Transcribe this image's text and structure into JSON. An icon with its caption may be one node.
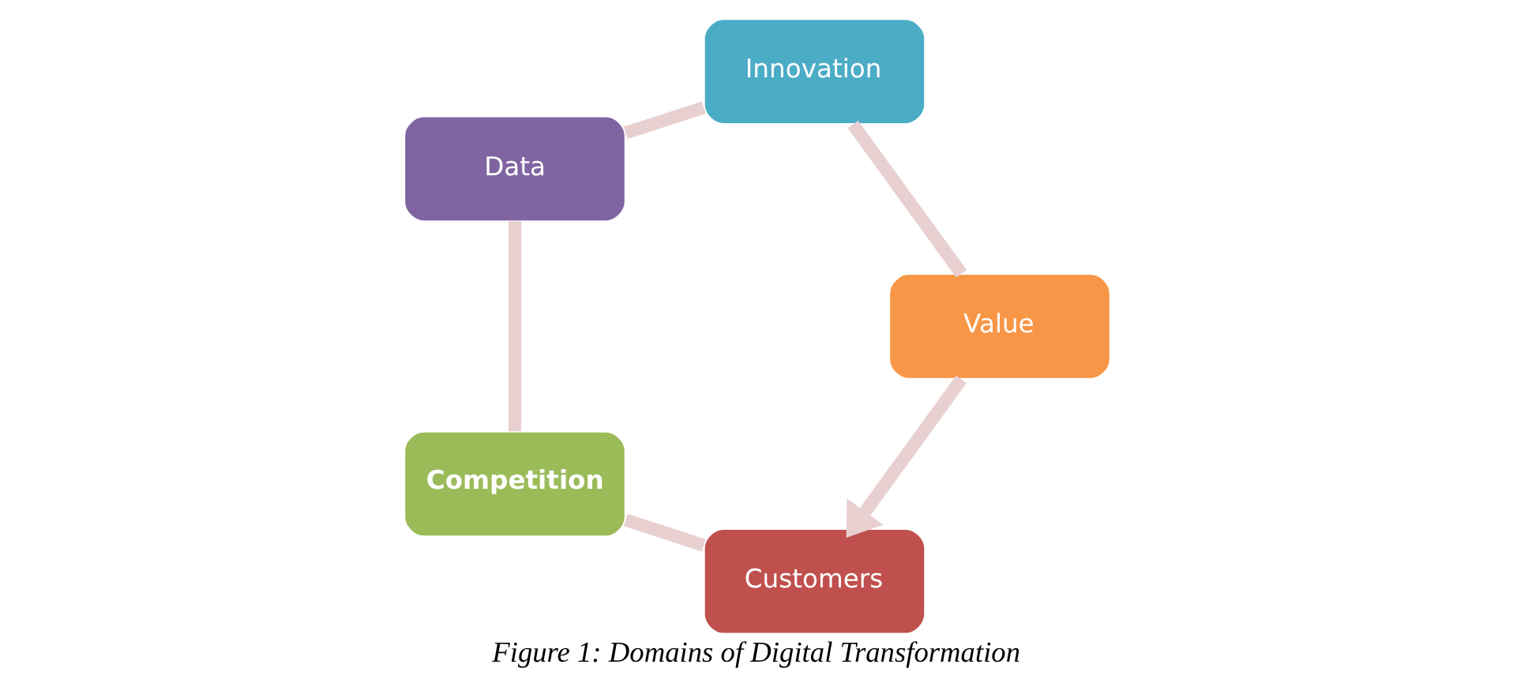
{
  "diagram": {
    "caption": "Figure 1: Domains of Digital Transformation",
    "nodes": [
      {
        "text": [
          "Customers"
        ]
      },
      {
        "text": [
          "Competition"
        ]
      },
      {
        "text": [
          "Data"
        ]
      },
      {
        "text": [
          "Innovation"
        ]
      },
      {
        "text": [
          "Value"
        ]
      }
    ],
    "edges": [
      {
        "from": 0,
        "to": 1,
        "arrow": "none"
      },
      {
        "from": 1,
        "to": 2,
        "arrow": "none"
      },
      {
        "from": 2,
        "to": 3,
        "arrow": "none"
      },
      {
        "from": 3,
        "to": 4,
        "arrow": "none"
      },
      {
        "from": 4,
        "to": 0,
        "arrow": "to"
      }
    ]
  }
}
